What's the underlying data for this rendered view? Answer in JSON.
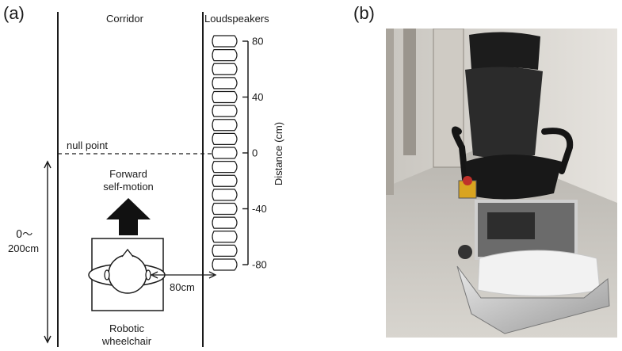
{
  "panel_a": {
    "label": "(a)",
    "corridor_label": "Corridor",
    "loudspeakers_label": "Loudspeakers",
    "null_point_label": "null point",
    "forward_label_line1": "Forward",
    "forward_label_line2": "self-motion",
    "range_label_line1": "0～",
    "range_label_line2": "200cm",
    "gap_label": "80cm",
    "wheelchair_label_line1": "Robotic",
    "wheelchair_label_line2": "wheelchair",
    "distance_axis": {
      "label": "Distance (cm)",
      "ticks": [
        80,
        40,
        0,
        -40,
        -80
      ],
      "tick_labels": [
        "80",
        "40",
        "0",
        "-40",
        "-80"
      ],
      "range": [
        -80,
        80
      ]
    },
    "speaker_count": 17
  },
  "panel_b": {
    "label": "(b)"
  },
  "colors": {
    "ink": "#1a1a1a",
    "arrow": "#111111"
  }
}
